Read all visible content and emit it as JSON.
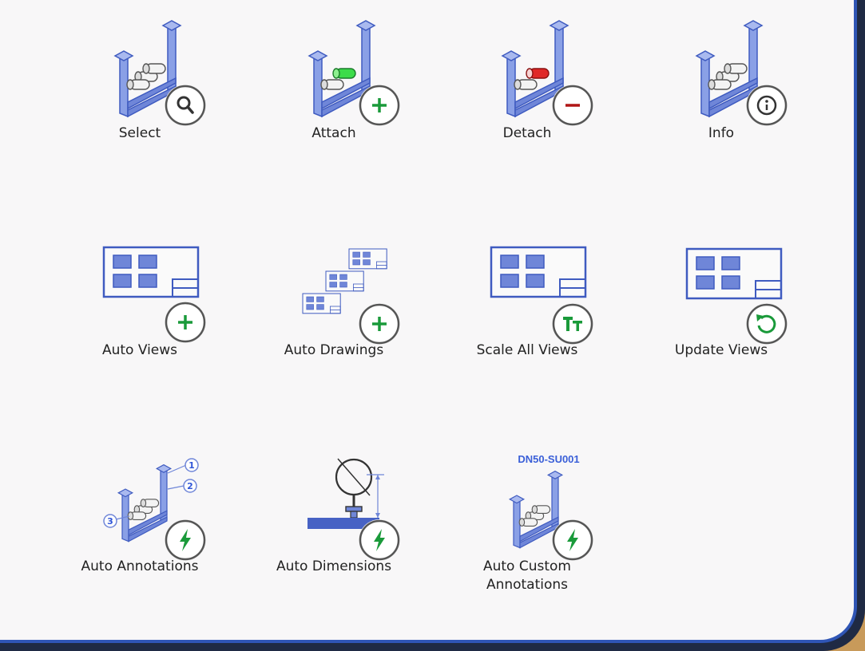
{
  "tools": [
    {
      "id": "select",
      "label": "Select",
      "icon": "support-frame-search-icon"
    },
    {
      "id": "attach",
      "label": "Attach",
      "icon": "support-frame-attach-icon"
    },
    {
      "id": "detach",
      "label": "Detach",
      "icon": "support-frame-detach-icon"
    },
    {
      "id": "info",
      "label": "Info",
      "icon": "support-frame-info-icon"
    },
    {
      "id": "auto-views",
      "label": "Auto Views",
      "icon": "drawing-sheet-add-icon"
    },
    {
      "id": "auto-drawings",
      "label": "Auto Drawings",
      "icon": "multiple-sheets-add-icon"
    },
    {
      "id": "scale-all-views",
      "label": "Scale All Views",
      "icon": "drawing-sheet-text-scale-icon"
    },
    {
      "id": "update-views",
      "label": "Update Views",
      "icon": "drawing-sheet-refresh-icon"
    },
    {
      "id": "auto-annotations",
      "label": "Auto Annotations",
      "icon": "balloon-annotation-lightning-icon"
    },
    {
      "id": "auto-dimensions",
      "label": "Auto Dimensions",
      "icon": "dimension-lightning-icon"
    },
    {
      "id": "auto-custom-annotations",
      "label_line1": "Auto Custom",
      "label_line2": "Annotations",
      "tag_text": "DN50-SU001",
      "icon": "custom-tag-lightning-icon"
    }
  ],
  "balloons": [
    "1",
    "2",
    "3"
  ],
  "colors": {
    "frame": "#6f86d8",
    "frame_dark": "#4762c4",
    "accent_green": "#1a9a3a",
    "accent_red": "#b01515",
    "badge_ring": "#555555",
    "panel_bg": "#f8f7f8"
  }
}
